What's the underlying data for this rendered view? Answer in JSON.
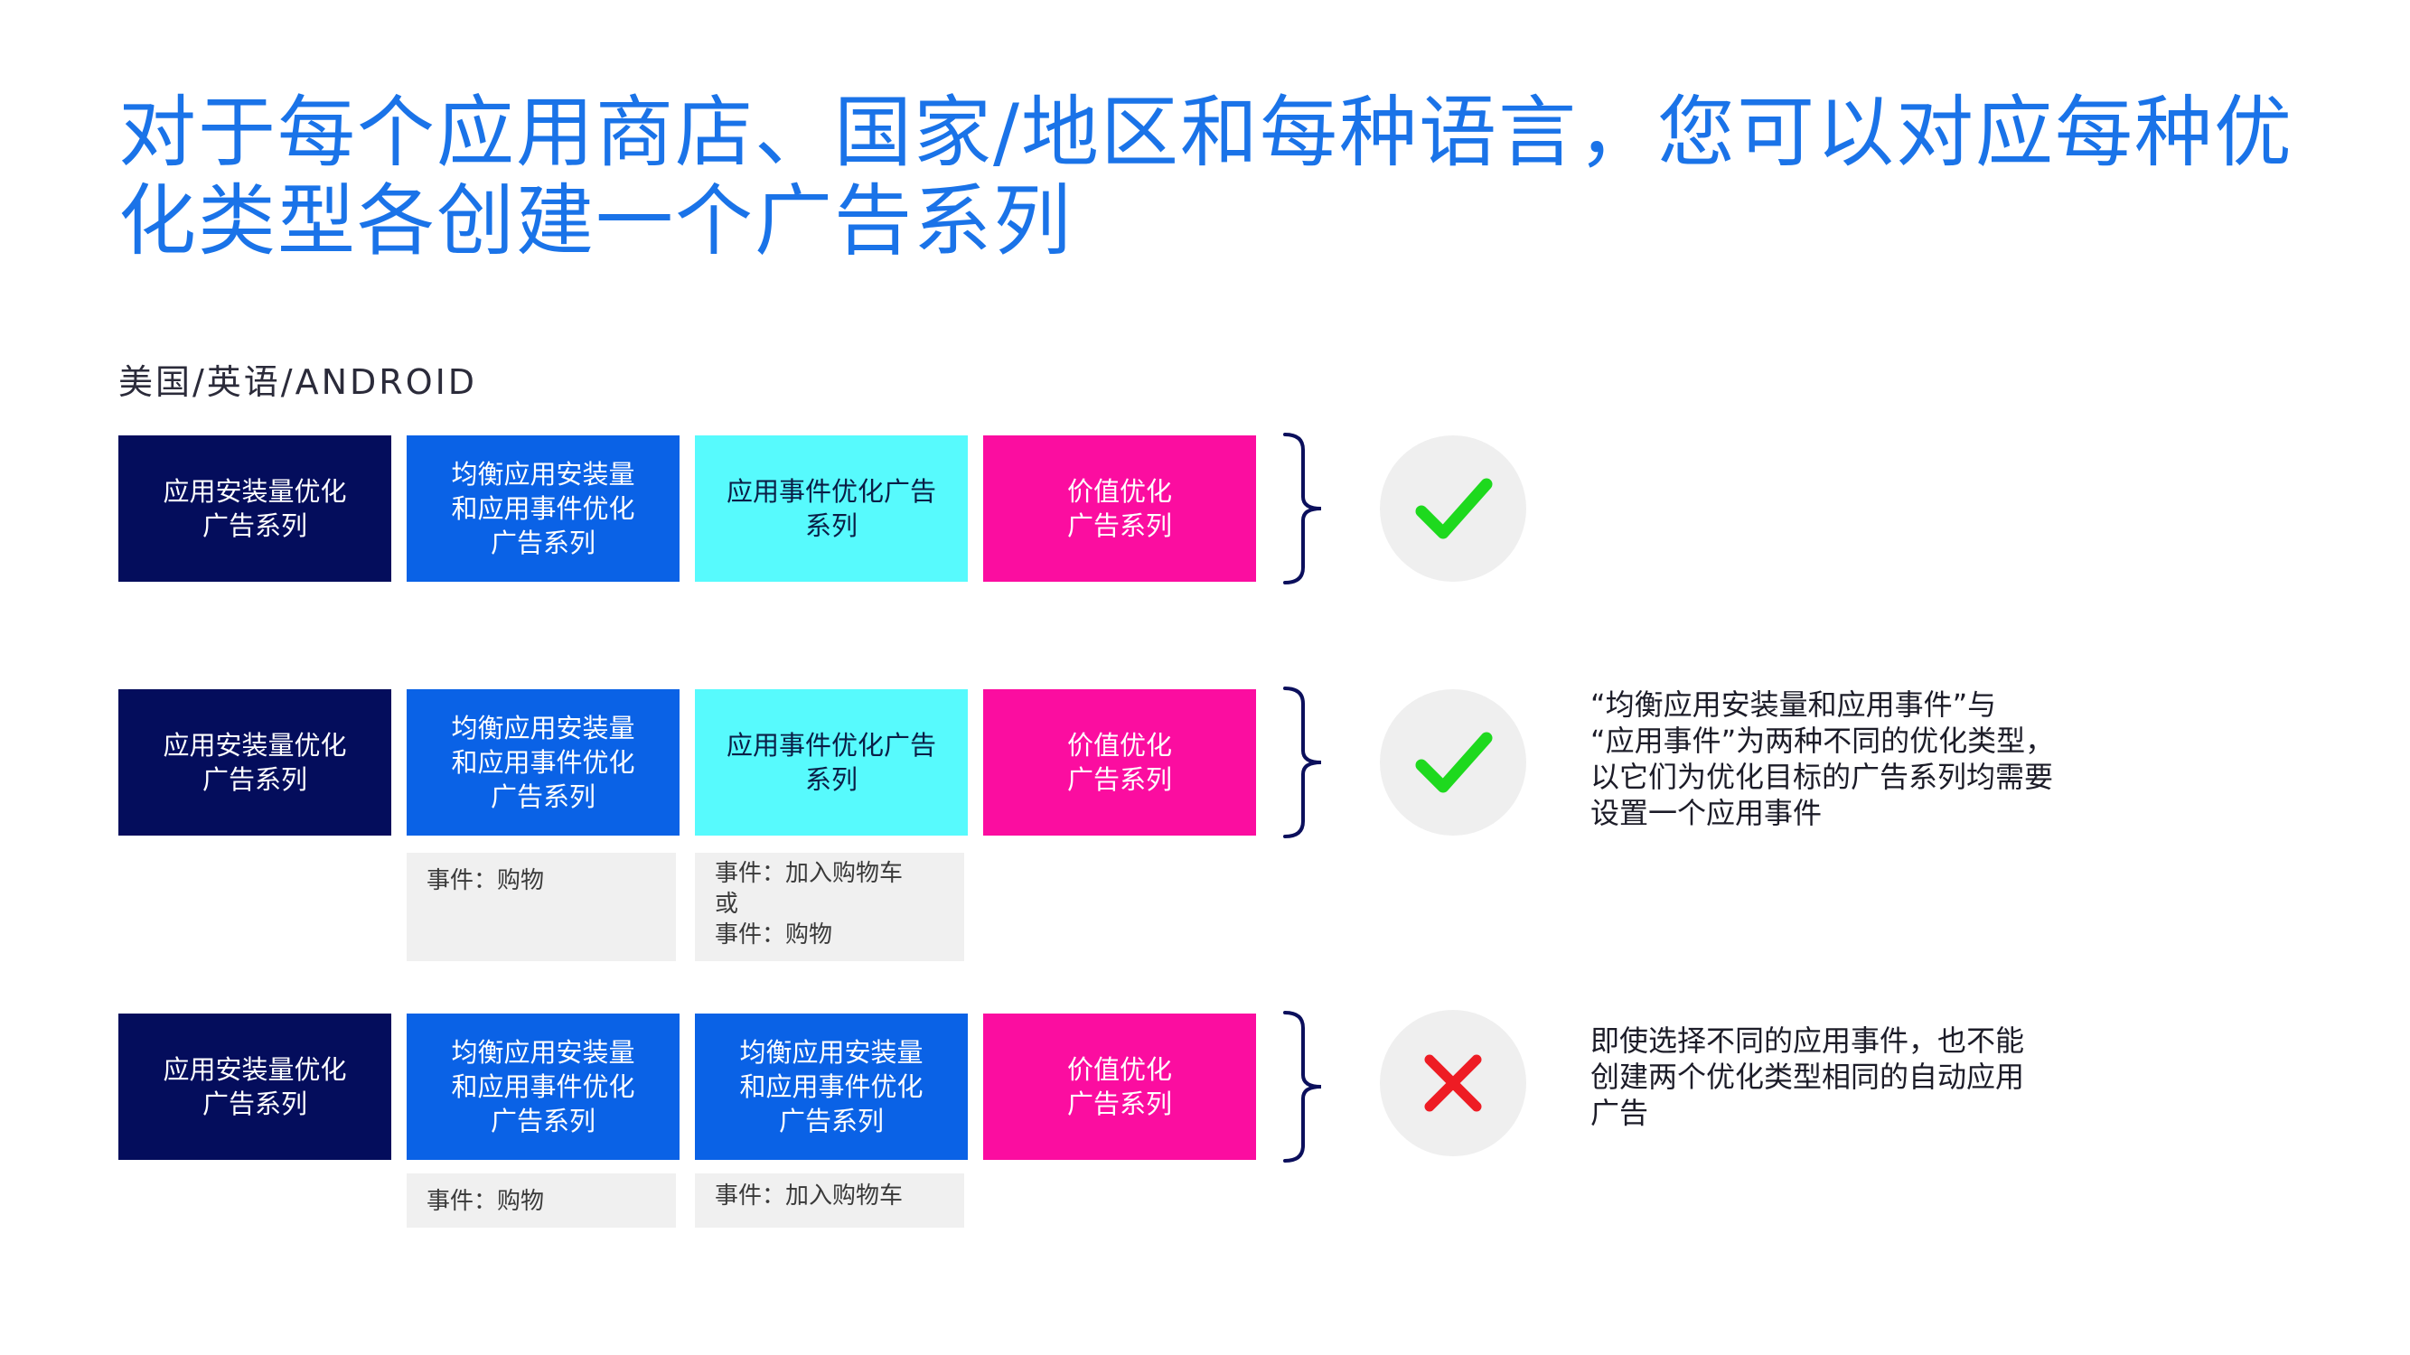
{
  "title": "对于每个应用商店、国家/地区和每种语言，您可以对应每种优化类型各创建一个广告系列",
  "subtitle": "美国/英语/ANDROID",
  "colors": {
    "title": "#1a73e8",
    "install": "#040d5c",
    "balanced": "#0a62e6",
    "event": "#57fafd",
    "value": "#fb0da0",
    "check": "#1ed91e",
    "cross": "#ee1c24"
  },
  "rows": [
    {
      "boxes": [
        {
          "lines": [
            "应用安装量优化",
            "广告系列"
          ]
        },
        {
          "lines": [
            "均衡应用安装量",
            "和应用事件优化",
            "广告系列"
          ]
        },
        {
          "lines": [
            "应用事件优化广告",
            "系列"
          ]
        },
        {
          "lines": [
            "价值优化",
            "广告系列"
          ]
        }
      ],
      "status_icon": "check-icon"
    },
    {
      "boxes": [
        {
          "lines": [
            "应用安装量优化",
            "广告系列"
          ]
        },
        {
          "lines": [
            "均衡应用安装量",
            "和应用事件优化",
            "广告系列"
          ]
        },
        {
          "lines": [
            "应用事件优化广告",
            "系列"
          ]
        },
        {
          "lines": [
            "价值优化",
            "广告系列"
          ]
        }
      ],
      "notes": [
        {
          "lines": [
            "事件：购物"
          ]
        },
        {
          "lines": [
            "事件：加入购物车",
            "或",
            "事件：购物"
          ]
        }
      ],
      "status_icon": "check-icon",
      "description": [
        "“均衡应用安装量和应用事件”与",
        "“应用事件”为两种不同的优化类型，",
        "以它们为优化目标的广告系列均需要",
        "设置一个应用事件"
      ]
    },
    {
      "boxes": [
        {
          "lines": [
            "应用安装量优化",
            "广告系列"
          ]
        },
        {
          "lines": [
            "均衡应用安装量",
            "和应用事件优化",
            "广告系列"
          ]
        },
        {
          "lines": [
            "均衡应用安装量",
            "和应用事件优化",
            "广告系列"
          ]
        },
        {
          "lines": [
            "价值优化",
            "广告系列"
          ]
        }
      ],
      "notes": [
        {
          "lines": [
            "事件：购物"
          ]
        },
        {
          "lines": [
            "事件：加入购物车"
          ]
        }
      ],
      "status_icon": "cross-icon",
      "description": [
        "即使选择不同的应用事件，也不能",
        "创建两个优化类型相同的自动应用",
        "广告"
      ]
    }
  ]
}
